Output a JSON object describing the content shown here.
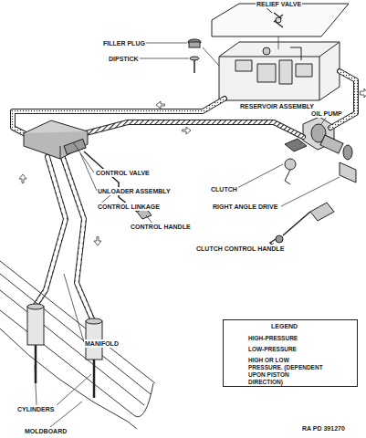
{
  "diagram": {
    "labels": [
      "RELIEF VALVE",
      "FILLER PLUG",
      "DIPSTICK",
      "RESERVOIR ASSEMBLY",
      "OIL PUMP",
      "CONTROL VALVE",
      "UNLOADER ASSEMBLY",
      "CLUTCH",
      "CONTROL LINKAGE",
      "RIGHT ANGLE DRIVE",
      "CONTROL HANDLE",
      "CLUTCH CONTROL HANDLE",
      "MANIFOLD",
      "LEGEND",
      "CYLINDERS",
      "MOLDBOARD",
      "RA PD 391270"
    ],
    "legend": [
      {
        "text": "HIGH-PRESSURE"
      },
      {
        "text": "LOW-PRESSURE"
      },
      {
        "text": "HIGH OR LOW PRESSURE. (DEPENDENT UPON PISTON DIRECTION)"
      }
    ]
  }
}
